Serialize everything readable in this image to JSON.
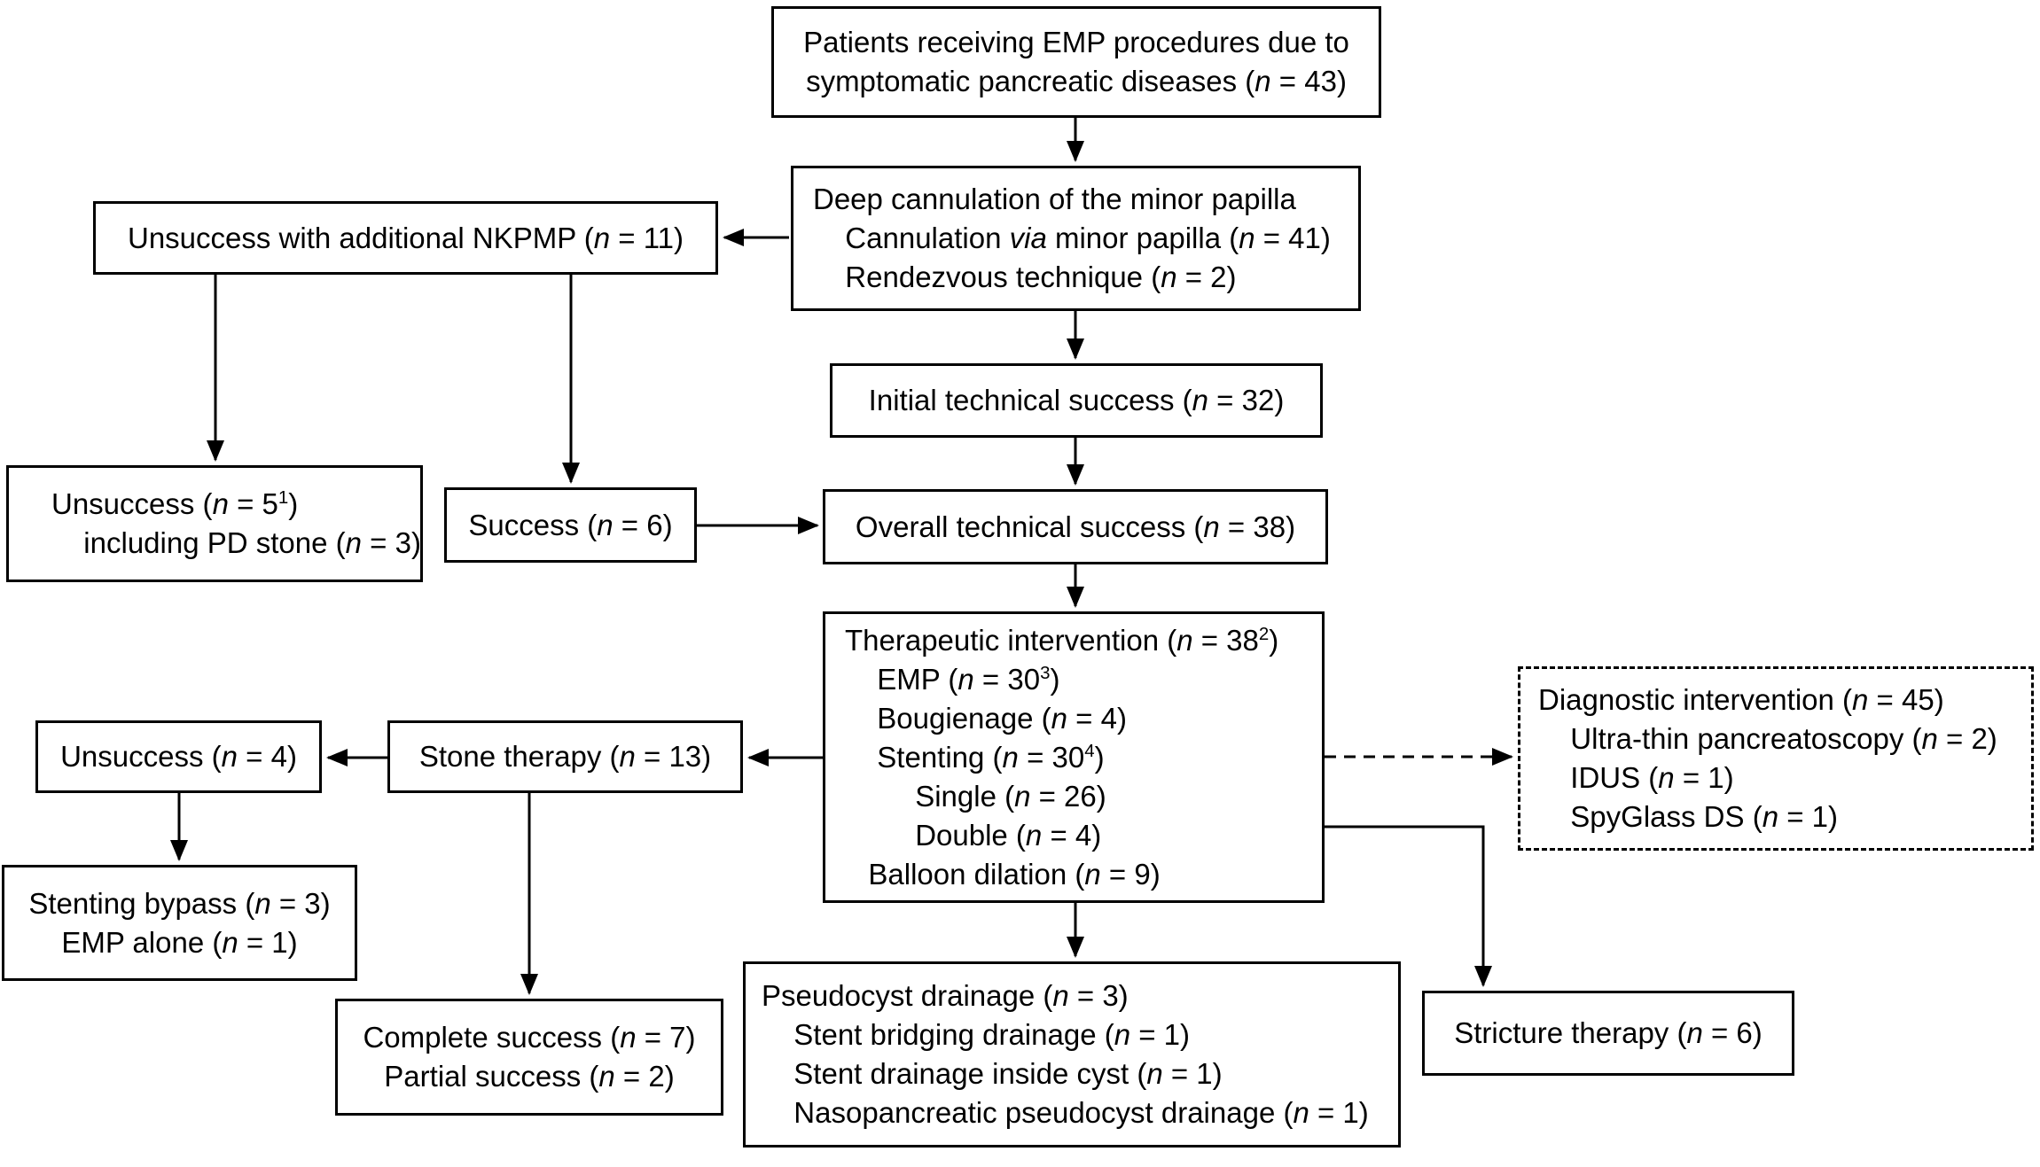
{
  "diagram": {
    "title_hint": "EMP procedures patient flow",
    "colors": {
      "background": "#ffffff",
      "line": "#000000",
      "text": "#000000",
      "box_fill": "#ffffff"
    },
    "boxes": [
      {
        "id": "patients",
        "name": "patients-box",
        "border": "solid",
        "align": "center",
        "lines": [
          {
            "ind": 0,
            "seg": [
              {
                "t": "Patients receiving EMP procedures due to"
              }
            ]
          },
          {
            "ind": 0,
            "seg": [
              {
                "t": "symptomatic pancreatic diseases ("
              },
              {
                "t": "n",
                "i": true
              },
              {
                "t": " = 43)"
              }
            ]
          }
        ]
      },
      {
        "id": "deep",
        "name": "deep-cannulation-box",
        "border": "solid",
        "align": "left",
        "lines": [
          {
            "ind": 0,
            "seg": [
              {
                "t": "Deep cannulation of the minor papilla"
              }
            ]
          },
          {
            "ind": 1.1,
            "seg": [
              {
                "t": "Cannulation "
              },
              {
                "t": "via",
                "i": true
              },
              {
                "t": " minor papilla ("
              },
              {
                "t": "n",
                "i": true
              },
              {
                "t": " = 41)"
              }
            ]
          },
          {
            "ind": 1.1,
            "seg": [
              {
                "t": "Rendezvous technique ("
              },
              {
                "t": "n",
                "i": true
              },
              {
                "t": " = 2)"
              }
            ]
          }
        ]
      },
      {
        "id": "nkpmp",
        "name": "unsuccess-nkpmp-box",
        "border": "solid",
        "align": "center",
        "lines": [
          {
            "ind": 0,
            "seg": [
              {
                "t": "Unsuccess with additional NKPMP ("
              },
              {
                "t": "n",
                "i": true
              },
              {
                "t": " = 11)"
              }
            ]
          }
        ]
      },
      {
        "id": "initial",
        "name": "initial-technical-success-box",
        "border": "solid",
        "align": "center",
        "lines": [
          {
            "ind": 0,
            "seg": [
              {
                "t": "Initial technical success ("
              },
              {
                "t": "n",
                "i": true
              },
              {
                "t": " = 32)"
              }
            ]
          }
        ]
      },
      {
        "id": "unsuccess5",
        "name": "unsuccess-5-box",
        "border": "solid",
        "align": "left",
        "lines": [
          {
            "ind": 0,
            "seg": [
              {
                "t": "Unsuccess ("
              },
              {
                "t": "n",
                "i": true
              },
              {
                "t": " = 5"
              },
              {
                "t": "1",
                "s": true
              },
              {
                "t": ")"
              }
            ]
          },
          {
            "ind": 1.1,
            "seg": [
              {
                "t": "including PD stone ("
              },
              {
                "t": "n",
                "i": true
              },
              {
                "t": " = 3)"
              }
            ]
          }
        ]
      },
      {
        "id": "success6",
        "name": "success-6-box",
        "border": "solid",
        "align": "center",
        "lines": [
          {
            "ind": 0,
            "seg": [
              {
                "t": "Success ("
              },
              {
                "t": "n",
                "i": true
              },
              {
                "t": " = 6)"
              }
            ]
          }
        ]
      },
      {
        "id": "overall",
        "name": "overall-technical-success-box",
        "border": "solid",
        "align": "center",
        "lines": [
          {
            "ind": 0,
            "seg": [
              {
                "t": "Overall technical success ("
              },
              {
                "t": "n",
                "i": true
              },
              {
                "t": " = 38)"
              }
            ]
          }
        ]
      },
      {
        "id": "therapeutic",
        "name": "therapeutic-intervention-box",
        "border": "solid",
        "align": "left",
        "lines": [
          {
            "ind": 0,
            "seg": [
              {
                "t": "Therapeutic intervention ("
              },
              {
                "t": "n",
                "i": true
              },
              {
                "t": " = 38"
              },
              {
                "t": "2",
                "s": true
              },
              {
                "t": ")"
              }
            ]
          },
          {
            "ind": 1.1,
            "seg": [
              {
                "t": "EMP ("
              },
              {
                "t": "n",
                "i": true
              },
              {
                "t": " = 30"
              },
              {
                "t": "3",
                "s": true
              },
              {
                "t": ")"
              }
            ]
          },
          {
            "ind": 1.1,
            "seg": [
              {
                "t": "Bougienage ("
              },
              {
                "t": "n",
                "i": true
              },
              {
                "t": " = 4)"
              }
            ]
          },
          {
            "ind": 1.1,
            "seg": [
              {
                "t": "Stenting ("
              },
              {
                "t": "n",
                "i": true
              },
              {
                "t": " = 30"
              },
              {
                "t": "4",
                "s": true
              },
              {
                "t": ")"
              }
            ]
          },
          {
            "ind": 2.4,
            "seg": [
              {
                "t": "Single ("
              },
              {
                "t": "n",
                "i": true
              },
              {
                "t": " = 26)"
              }
            ]
          },
          {
            "ind": 2.4,
            "seg": [
              {
                "t": "Double ("
              },
              {
                "t": "n",
                "i": true
              },
              {
                "t": " = 4)"
              }
            ]
          },
          {
            "ind": 0.8,
            "seg": [
              {
                "t": "Balloon dilation ("
              },
              {
                "t": "n",
                "i": true
              },
              {
                "t": " = 9)"
              }
            ]
          }
        ]
      },
      {
        "id": "diagnostic",
        "name": "diagnostic-intervention-box",
        "border": "dashed",
        "align": "left",
        "lines": [
          {
            "ind": 0,
            "seg": [
              {
                "t": "Diagnostic intervention ("
              },
              {
                "t": "n",
                "i": true
              },
              {
                "t": " = 45)"
              }
            ]
          },
          {
            "ind": 1.1,
            "seg": [
              {
                "t": "Ultra-thin pancreatoscopy ("
              },
              {
                "t": "n",
                "i": true
              },
              {
                "t": " = 2)"
              }
            ]
          },
          {
            "ind": 1.1,
            "seg": [
              {
                "t": "IDUS ("
              },
              {
                "t": "n",
                "i": true
              },
              {
                "t": " = 1)"
              }
            ]
          },
          {
            "ind": 1.1,
            "seg": [
              {
                "t": "SpyGlass DS ("
              },
              {
                "t": "n",
                "i": true
              },
              {
                "t": " = 1)"
              }
            ]
          }
        ]
      },
      {
        "id": "unsuccess4",
        "name": "unsuccess-4-box",
        "border": "solid",
        "align": "center",
        "lines": [
          {
            "ind": 0,
            "seg": [
              {
                "t": "Unsuccess ("
              },
              {
                "t": "n",
                "i": true
              },
              {
                "t": " = 4)"
              }
            ]
          }
        ]
      },
      {
        "id": "stone",
        "name": "stone-therapy-box",
        "border": "solid",
        "align": "center",
        "lines": [
          {
            "ind": 0,
            "seg": [
              {
                "t": "Stone therapy ("
              },
              {
                "t": "n",
                "i": true
              },
              {
                "t": " = 13)"
              }
            ]
          }
        ]
      },
      {
        "id": "bypass",
        "name": "stenting-bypass-box",
        "border": "solid",
        "align": "center",
        "lines": [
          {
            "ind": 0,
            "seg": [
              {
                "t": "Stenting bypass ("
              },
              {
                "t": "n",
                "i": true
              },
              {
                "t": " = 3)"
              }
            ]
          },
          {
            "ind": 0,
            "seg": [
              {
                "t": "EMP alone ("
              },
              {
                "t": "n",
                "i": true
              },
              {
                "t": " = 1)"
              }
            ]
          }
        ]
      },
      {
        "id": "complete",
        "name": "complete-success-box",
        "border": "solid",
        "align": "center",
        "lines": [
          {
            "ind": 0,
            "seg": [
              {
                "t": "Complete success ("
              },
              {
                "t": "n",
                "i": true
              },
              {
                "t": " = 7)"
              }
            ]
          },
          {
            "ind": 0,
            "seg": [
              {
                "t": "Partial success ("
              },
              {
                "t": "n",
                "i": true
              },
              {
                "t": " = 2)"
              }
            ]
          }
        ]
      },
      {
        "id": "pseudocyst",
        "name": "pseudocyst-drainage-box",
        "border": "solid",
        "align": "left",
        "lines": [
          {
            "ind": 0,
            "seg": [
              {
                "t": "Pseudocyst drainage ("
              },
              {
                "t": "n",
                "i": true
              },
              {
                "t": " = 3)"
              }
            ]
          },
          {
            "ind": 1.1,
            "seg": [
              {
                "t": "Stent bridging drainage ("
              },
              {
                "t": "n",
                "i": true
              },
              {
                "t": " = 1)"
              }
            ]
          },
          {
            "ind": 1.1,
            "seg": [
              {
                "t": "Stent drainage inside cyst ("
              },
              {
                "t": "n",
                "i": true
              },
              {
                "t": " = 1)"
              }
            ]
          },
          {
            "ind": 1.1,
            "seg": [
              {
                "t": "Nasopancreatic pseudocyst drainage ("
              },
              {
                "t": "n",
                "i": true
              },
              {
                "t": " = 1)"
              }
            ]
          }
        ]
      },
      {
        "id": "stricture",
        "name": "stricture-therapy-box",
        "border": "solid",
        "align": "center",
        "lines": [
          {
            "ind": 0,
            "seg": [
              {
                "t": "Stricture therapy ("
              },
              {
                "t": "n",
                "i": true
              },
              {
                "t": " = 6)"
              }
            ]
          }
        ]
      }
    ],
    "edges": [
      {
        "from": "patients",
        "to": "deep",
        "style": "solid"
      },
      {
        "from": "deep",
        "to": "nkpmp",
        "style": "solid"
      },
      {
        "from": "deep",
        "to": "initial",
        "style": "solid"
      },
      {
        "from": "nkpmp",
        "to": "unsuccess5",
        "style": "solid"
      },
      {
        "from": "nkpmp",
        "to": "success6",
        "style": "solid"
      },
      {
        "from": "initial",
        "to": "overall",
        "style": "solid"
      },
      {
        "from": "success6",
        "to": "overall",
        "style": "solid"
      },
      {
        "from": "overall",
        "to": "therapeutic",
        "style": "solid"
      },
      {
        "from": "therapeutic",
        "to": "stone",
        "style": "solid"
      },
      {
        "from": "stone",
        "to": "unsuccess4",
        "style": "solid"
      },
      {
        "from": "stone",
        "to": "complete",
        "style": "solid"
      },
      {
        "from": "unsuccess4",
        "to": "bypass",
        "style": "solid"
      },
      {
        "from": "therapeutic",
        "to": "pseudocyst",
        "style": "solid"
      },
      {
        "from": "therapeutic",
        "to": "diagnostic",
        "style": "dashed"
      },
      {
        "from": "therapeutic",
        "to": "stricture",
        "style": "solid"
      }
    ]
  }
}
